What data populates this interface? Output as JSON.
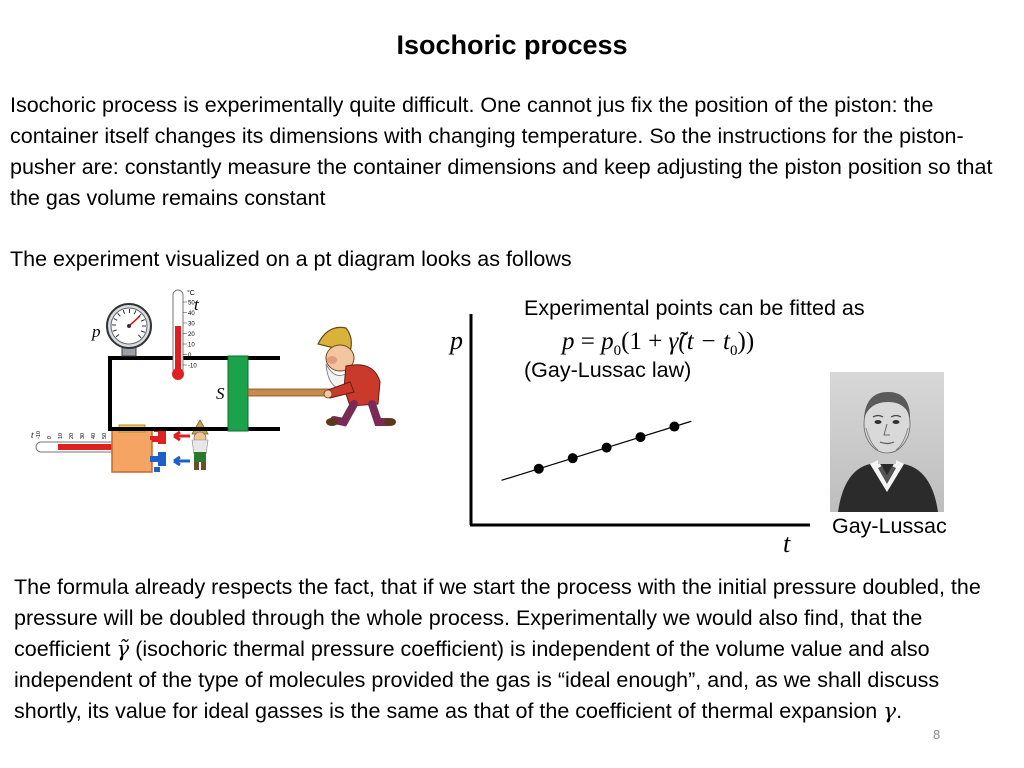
{
  "slide": {
    "title": "Isochoric process",
    "intro": "Isochoric process is experimentally quite difficult. One cannot jus fix the position of the piston: the container itself changes its dimensions with changing temperature. So the instructions for the piston-pusher are: constantly measure the container dimensions and keep adjusting the piston position so that the gas volume remains constant",
    "diagram_intro": "The experiment visualized on a pt diagram looks as follows",
    "fit_caption": "Experimental points can be fitted as",
    "formula": {
      "lhs": "p",
      "eq": " = ",
      "p0": "p",
      "sub0": "0",
      "open": "(1 + ",
      "gamma": "γ̃",
      "rest": "(t − t",
      "sub1": "0",
      "close": "))"
    },
    "law": "(Gay-Lussac law)",
    "portrait_caption": "Gay-Lussac",
    "conclusion_text": "The formula already respects the fact, that if we start the process with the initial pressure doubled, the pressure will be doubled through the whole process. Experimentally we would also find, that the coefficient",
    "conclusion_symbol": "γ̃",
    "conclusion_text2": "(isochoric thermal pressure coefficient) is independent of the volume value and also independent of the type of molecules provided the gas is “ideal enough”, and, as we shall discuss shortly, its value for ideal gasses is the same as that of the coefficient of thermal expansion",
    "conclusion_symbol2": "γ",
    "conclusion_end": ".",
    "slide_number": "8"
  },
  "apparatus": {
    "gauge_label": "p",
    "thermo_label": "t",
    "thermo_unit": "°C",
    "thermo_ticks": [
      "50",
      "40",
      "30",
      "20",
      "10",
      "0",
      "-10"
    ],
    "piston_label": "S",
    "side_thermo_ticks": [
      "-10",
      "0",
      "10",
      "20",
      "30",
      "40",
      "50"
    ],
    "side_thermo_label": "t",
    "colors": {
      "piston": "#1aa34a",
      "heater": "#f5a463",
      "hot": "#e02020",
      "cold": "#1f5fc8"
    }
  },
  "chart_data": {
    "type": "scatter",
    "xlabel": "t",
    "ylabel": "p",
    "x": [
      1,
      2,
      3,
      4,
      5
    ],
    "y": [
      1.6,
      1.9,
      2.2,
      2.5,
      2.8
    ],
    "fit_line": {
      "x": [
        -0.1,
        5.5
      ],
      "y": [
        1.27,
        2.95
      ]
    },
    "xlim": [
      -1.0,
      9.0
    ],
    "ylim": [
      0,
      6.0
    ],
    "grid": false,
    "ticks": false
  }
}
